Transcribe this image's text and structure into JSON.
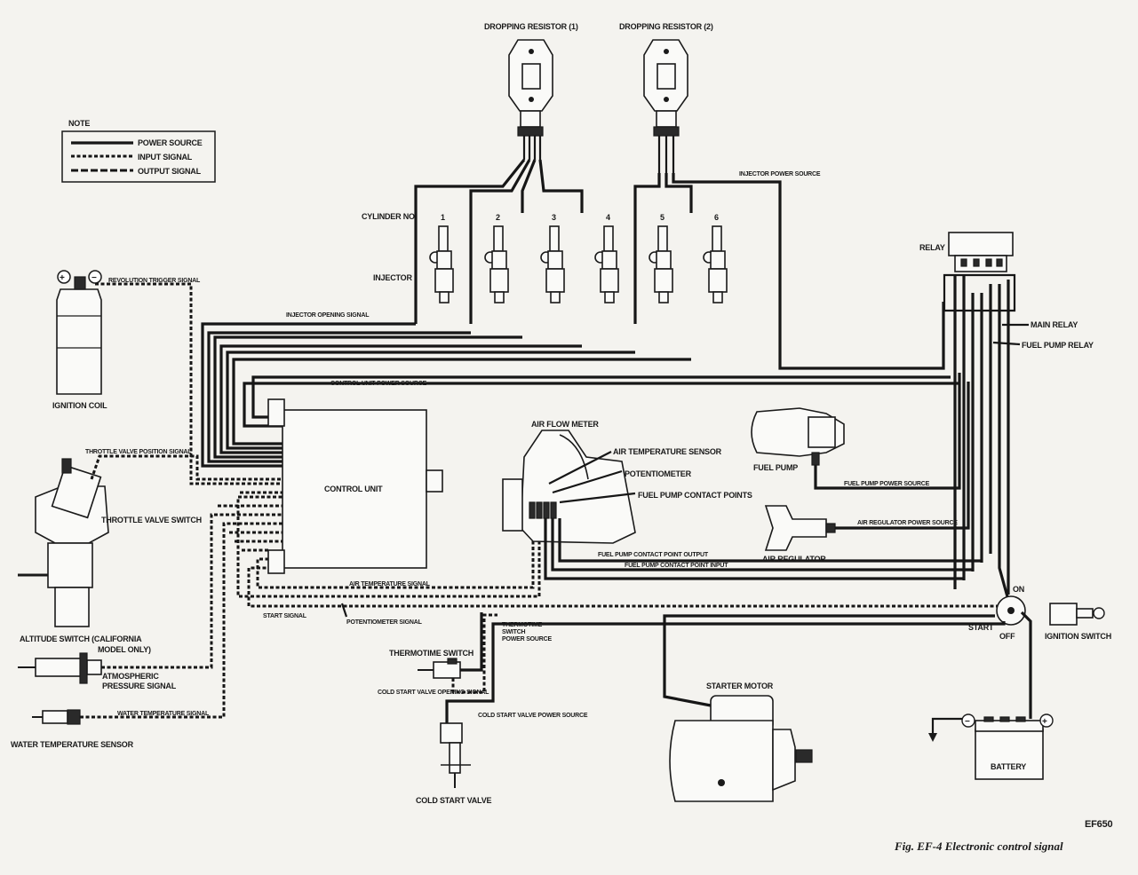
{
  "note": {
    "title": "NOTE",
    "power_source": "POWER SOURCE",
    "input_signal": "INPUT SIGNAL",
    "output_signal": "OUTPUT SIGNAL"
  },
  "components": {
    "dropping_resistor_1": "DROPPING RESISTOR (1)",
    "dropping_resistor_2": "DROPPING RESISTOR (2)",
    "cylinder_no": "CYLINDER NO",
    "cylinders": [
      "1",
      "2",
      "3",
      "4",
      "5",
      "6"
    ],
    "injector": "INJECTOR",
    "relay": "RELAY",
    "main_relay": "MAIN RELAY",
    "fuel_pump_relay": "FUEL PUMP RELAY",
    "ignition_coil": "IGNITION COIL",
    "control_unit": "CONTROL UNIT",
    "air_flow_meter": "AIR FLOW METER",
    "air_temperature_sensor": "AIR TEMPERATURE SENSOR",
    "potentiometer": "POTENTIOMETER",
    "fuel_pump_contact_points": "FUEL PUMP CONTACT POINTS",
    "fuel_pump": "FUEL PUMP",
    "air_regulator": "AIR REGULATOR",
    "throttle_valve_switch": "THROTTLE VALVE SWITCH",
    "altitude_switch_1": "ALTITUDE SWITCH (CALIFORNIA",
    "altitude_switch_2": "MODEL ONLY)",
    "thermotime_switch": "THERMOTIME SWITCH",
    "water_temperature_sensor": "WATER TEMPERATURE SENSOR",
    "cold_start_valve": "COLD START VALVE",
    "starter_motor": "STARTER MOTOR",
    "battery": "BATTERY",
    "ignition_switch": "IGNITION SWITCH",
    "on": "ON",
    "start": "START",
    "off": "OFF",
    "plus": "+",
    "minus": "−"
  },
  "signals": {
    "injector_power_source": "INJECTOR POWER SOURCE",
    "revolution_trigger_signal": "REVOLUTION TRIGGER SIGNAL",
    "injector_opening_signal": "INJECTOR OPENING SIGNAL",
    "control_unit_power_source": "CONTROL UNIT POWER SOURCE",
    "throttle_valve_position_signal": "THROTTLE VALVE POSITION SIGNAL",
    "fuel_pump_power_source": "FUEL PUMP POWER SOURCE",
    "air_regulator_power_source": "AIR REGULATOR POWER SOURCE",
    "fuel_pump_contact_point_output": "FUEL PUMP CONTACT POINT OUTPUT",
    "fuel_pump_contact_point_input": "FUEL PUMP CONTACT POINT INPUT",
    "air_temperature_signal": "AIR TEMPERATURE SIGNAL",
    "start_signal": "START SIGNAL",
    "potentiometer_signal": "POTENTIOMETER SIGNAL",
    "thermotime_switch_power_source_1": "THERMOTIME",
    "thermotime_switch_power_source_2": "SWITCH",
    "thermotime_switch_power_source_3": "POWER SOURCE",
    "atmospheric_pressure_signal_1": "ATMOSPHERIC",
    "atmospheric_pressure_signal_2": "PRESSURE SIGNAL",
    "cold_start_valve_opening_signal": "COLD START VALVE OPENING SIGNAL",
    "cold_start_valve_power_source": "COLD START VALVE POWER SOURCE",
    "water_temperature_signal": "WATER TEMPERATURE SIGNAL"
  },
  "figure": {
    "code": "EF650",
    "caption": "Fig. EF-4  Electronic control signal"
  }
}
